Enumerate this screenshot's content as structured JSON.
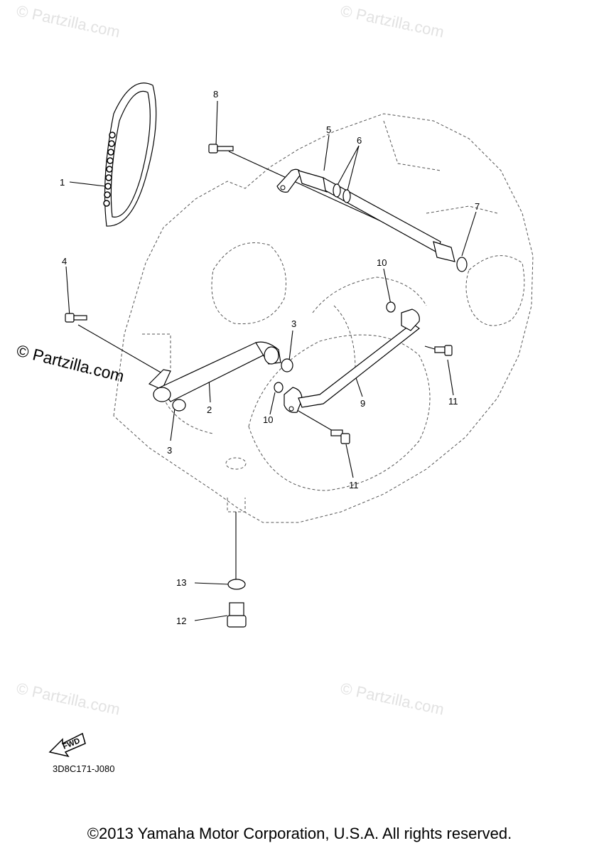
{
  "watermarks": {
    "top_left": "© Partzilla.com",
    "top_right": "© Partzilla.com",
    "middle": "© Partzilla.com",
    "bottom_left": "© Partzilla.com",
    "bottom_right": "© Partzilla.com"
  },
  "callouts": {
    "c1": "1",
    "c2": "2",
    "c3a": "3",
    "c3b": "3",
    "c4": "4",
    "c5": "5",
    "c6": "6",
    "c7": "7",
    "c8": "8",
    "c9": "9",
    "c10a": "10",
    "c10b": "10",
    "c11a": "11",
    "c11b": "11",
    "c12": "12",
    "c13": "13"
  },
  "fwd_label": "FWD",
  "diagram_code": "3D8C171-J080",
  "copyright": "©2013 Yamaha Motor Corporation, U.S.A. All rights reserved."
}
